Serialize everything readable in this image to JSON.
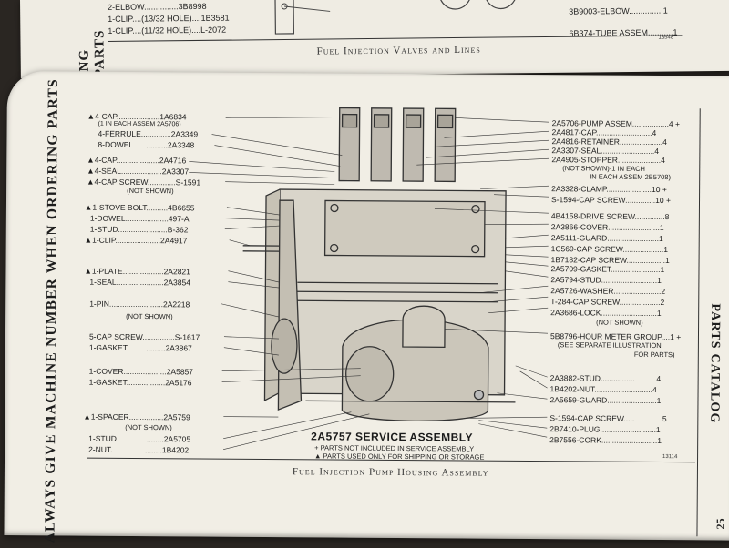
{
  "top_page": {
    "side_label": "ING PARTS",
    "rows_left": [
      "2-ELBOW...............3B8998",
      "1-CLIP....(13/32 HOLE)....1B3581",
      "1-CLIP....(11/32 HOLE)....L-2072"
    ],
    "rows_right": [
      "3B9003-ELBOW...............1",
      "6B374-TUBE ASSEM...........1"
    ],
    "caption": "Fuel Injection Valves and Lines",
    "figure_no": "13548"
  },
  "main_page": {
    "left_banner": "ALWAYS GIVE MACHINE NUMBER WHEN ORDERING PARTS",
    "right_banner": "PARTS CATALOG",
    "page_number": "25",
    "figure_no": "13114",
    "caption": "Fuel Injection Pump Housing Assembly",
    "service_title": "2A5757 SERVICE ASSEMBLY",
    "legend": [
      "+ PARTS NOT INCLUDED IN SERVICE ASSEMBLY",
      "▲ PARTS USED ONLY FOR SHIPPING OR STORAGE"
    ],
    "left_labels": [
      "▲4-CAP....................1A6834",
      "(1 IN EACH ASSEM 2A5706)",
      "4-FERRULE..............2A3349",
      "8-DOWEL................2A3348",
      "▲4-CAP....................2A4716",
      "▲4-SEAL...................2A3307",
      "▲4-CAP SCREW.............S-1591",
      "(NOT SHOWN)",
      "▲1-STOVE BOLT..........4B6655",
      "1-DOWEL....................497-A",
      "1-STUD.......................B-362",
      "▲1-CLIP.....................2A4917",
      "▲1-PLATE...................2A2821",
      "1-SEAL......................2A3854",
      "1-PIN.........................2A2218",
      "(NOT SHOWN)",
      "5-CAP SCREW...............S-1617",
      "1-GASKET..................2A3867",
      "1-COVER....................2A5857",
      "1-GASKET..................2A5176",
      "▲1-SPACER................2A5759",
      "(NOT SHOWN)",
      "1-STUD......................2A5705",
      "2-NUT........................1B4202"
    ],
    "right_labels": [
      "2A5706-PUMP ASSEM.................4 +",
      "2A4817-CAP..........................4",
      "2A4816-RETAINER....................4",
      "2A3307-SEAL.........................4",
      "2A4905-STOPPER....................4",
      "(NOT SHOWN)-1 IN EACH",
      "IN EACH ASSEM 2B5708)",
      "2A3328-CLAMP.....................10 +",
      "S-1594-CAP SCREW..............10 +",
      "4B4158-DRIVE SCREW..............8",
      "2A3866-COVER........................1",
      "2A5111-GUARD........................1",
      "1C569-CAP SCREW...................1",
      "1B7182-CAP SCREW..................1",
      "2A5709-GASKET.......................1",
      "2A5794-STUD..........................1",
      "2A5726-WASHER......................2",
      "T-284-CAP SCREW...................2",
      "2A3686-LOCK..........................1",
      "(NOT SHOWN)",
      "5B8796-HOUR METER GROUP....1 +",
      "(SEE SEPARATE ILLUSTRATION",
      "FOR PARTS)",
      "2A3882-STUD..........................4",
      "1B4202-NUT...........................4",
      "2A5659-GUARD.......................1",
      "S-1594-CAP SCREW..................5",
      "2B7410-PLUG..........................1",
      "2B7556-CORK..........................1"
    ]
  }
}
